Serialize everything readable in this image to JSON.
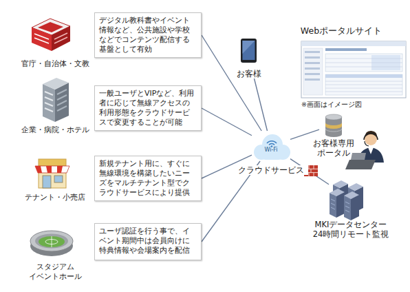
{
  "diagram": {
    "nodes": [
      {
        "text": [
          "官庁・自治体・文教"
        ]
      },
      {
        "text": [
          "デジタル教科書やイベント情報など、公共施設や学校などでコンテンツ配信する基盤として有効"
        ]
      },
      {
        "text": [
          "企業・病院・ホテル"
        ]
      },
      {
        "text": [
          "一般ユーザとVIPなど、利用者に応じて無線アクセスの利用形態をクラウドサービスで変更することが可能"
        ]
      },
      {
        "text": [
          "テナント・小売店"
        ]
      },
      {
        "text": [
          "新規テナント用に、すぐに無線環境を構築したいニーズをマルチテナント型でクラウドサービスにより提供"
        ]
      },
      {
        "text": [
          "スタジアム イベントホール"
        ]
      },
      {
        "text": [
          "ユーザ認証を行う事で、イベント期間中は会員向けに特典情報や会場案内を配信"
        ]
      },
      {
        "text": [
          "Wi-Fi",
          "クラウドサービス"
        ]
      },
      {
        "text": [
          "お客様"
        ]
      },
      {
        "text": [
          "Webポータルサイト",
          "※画面はイメージ図"
        ]
      },
      {
        "text": [
          "お客様専用 ポータル"
        ]
      },
      {
        "text": [
          "MKIデータセンター 24時間リモート監視"
        ]
      }
    ],
    "edges": [
      {
        "from": 1,
        "to": 8,
        "arrow": "none"
      },
      {
        "from": 3,
        "to": 8,
        "arrow": "none"
      },
      {
        "from": 5,
        "to": 8,
        "arrow": "none"
      },
      {
        "from": 7,
        "to": 8,
        "arrow": "none"
      },
      {
        "from": 9,
        "to": 8,
        "arrow": "none"
      },
      {
        "from": 11,
        "to": 8,
        "arrow": "none"
      },
      {
        "from": 12,
        "to": 8,
        "arrow": "none"
      }
    ]
  }
}
